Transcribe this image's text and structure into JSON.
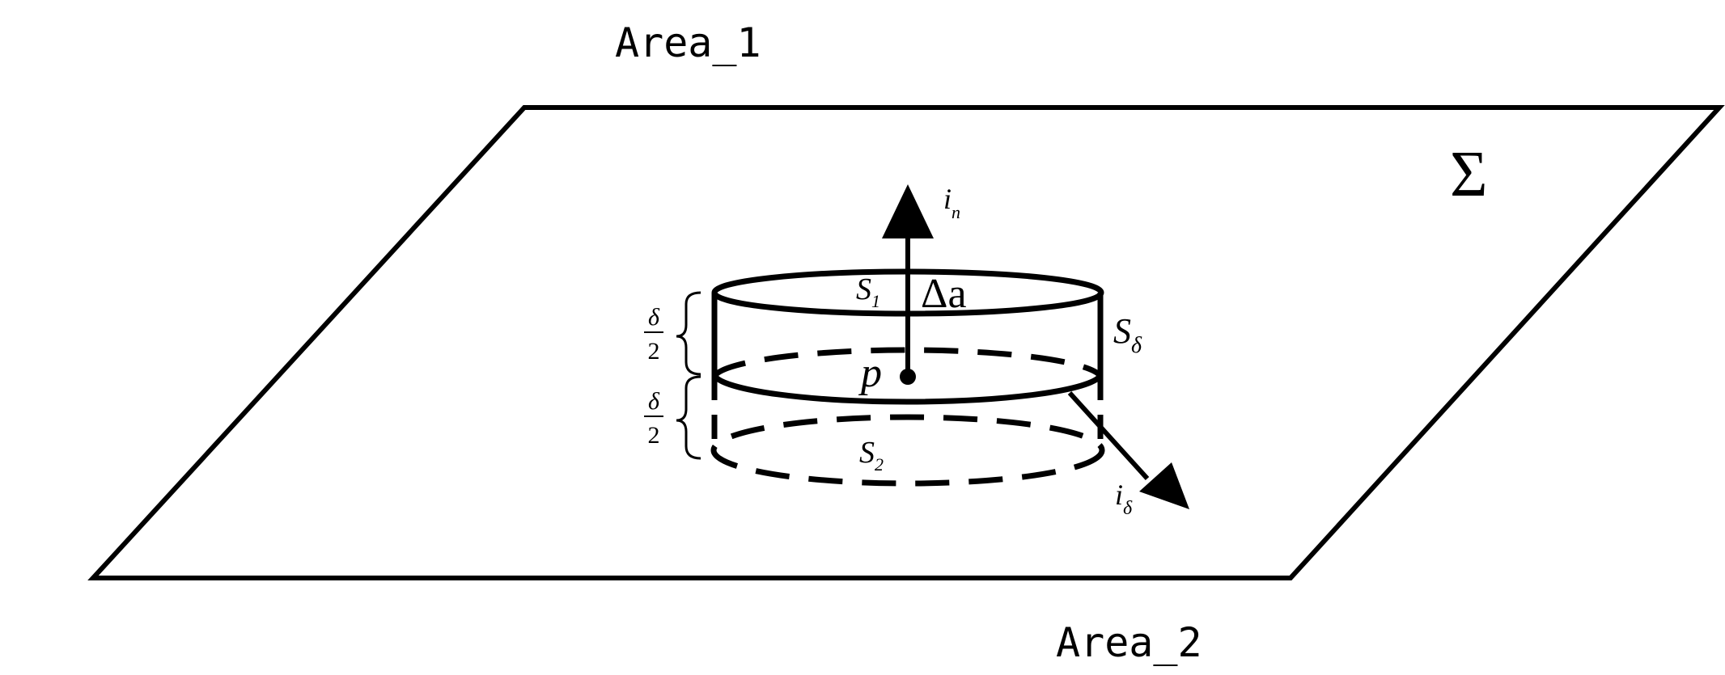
{
  "labels": {
    "area_top": "Area_1",
    "area_bottom": "Area_2",
    "surface": "Σ",
    "top_face": "S",
    "top_face_sub": "1",
    "bottom_face": "S",
    "bottom_face_sub": "2",
    "side_face": "S",
    "side_face_sub": "δ",
    "area_element": "Δa",
    "point": "p",
    "normal_vector": "i",
    "normal_vector_sub": "n",
    "tangent_vector": "i",
    "tangent_vector_sub": "δ",
    "half_thickness_top_num": "δ",
    "half_thickness_top_den": "2",
    "half_thickness_bottom_num": "δ",
    "half_thickness_bottom_den": "2"
  },
  "colors": {
    "stroke": "#000000",
    "background": "#ffffff"
  }
}
